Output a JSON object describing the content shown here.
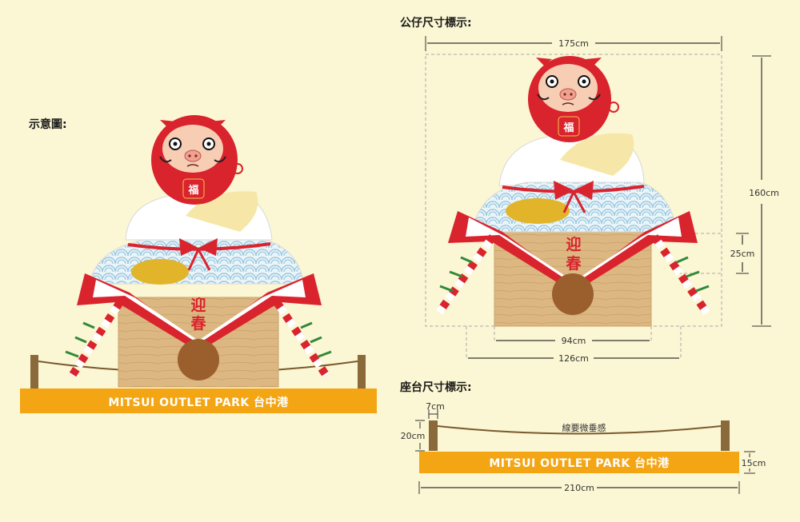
{
  "headings": {
    "illustration": "示意圖:",
    "figure_size": "公仔尺寸標示:",
    "base_size": "座台尺寸標示:"
  },
  "banner": {
    "text": "MITSUI OUTLET PARK 台中港"
  },
  "figure": {
    "fuku_char": "福",
    "greeting_line1": "迎",
    "greeting_line2": "春"
  },
  "dimensions": {
    "width_total": "175cm",
    "height_total": "160cm",
    "box_height": "25cm",
    "box_inner_width": "94cm",
    "box_outer_width": "126cm",
    "post_width": "7cm",
    "post_height": "20cm",
    "base_height": "15cm",
    "base_width": "210cm",
    "rope_note": "線要微垂感"
  },
  "colors": {
    "background": "#fbf6d3",
    "banner": "#f3a514",
    "red": "#d9232d",
    "wood": "#dcb781",
    "post": "#8a6a3a",
    "gold": "#d9b13a"
  }
}
